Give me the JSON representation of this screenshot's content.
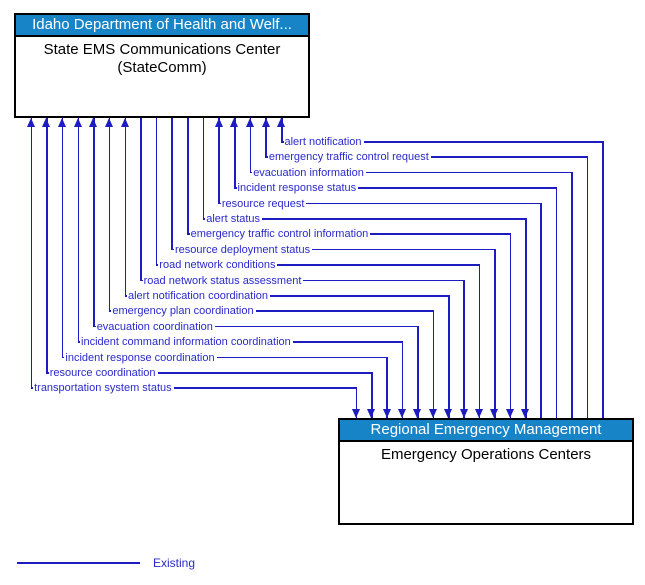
{
  "top_box": {
    "header": "Idaho Department of Health and Welf...",
    "name_lines": [
      "State EMS Communications Center",
      "(StateComm)"
    ]
  },
  "bottom_box": {
    "header": "Regional Emergency Management",
    "name_lines": [
      "Emergency Operations Centers"
    ]
  },
  "flows": [
    {
      "label": "alert notification",
      "direction": "to_statecomm"
    },
    {
      "label": "emergency traffic control request",
      "direction": "to_statecomm"
    },
    {
      "label": "evacuation information",
      "direction": "to_statecomm"
    },
    {
      "label": "incident response status",
      "direction": "to_statecomm"
    },
    {
      "label": "resource request",
      "direction": "to_statecomm"
    },
    {
      "label": "alert status",
      "direction": "to_eoc"
    },
    {
      "label": "emergency traffic control information",
      "direction": "to_eoc"
    },
    {
      "label": "resource deployment status",
      "direction": "to_eoc"
    },
    {
      "label": "road network conditions",
      "direction": "to_eoc"
    },
    {
      "label": "road network status assessment",
      "direction": "to_eoc"
    },
    {
      "label": "alert notification coordination",
      "direction": "bidirectional"
    },
    {
      "label": "emergency plan coordination",
      "direction": "bidirectional"
    },
    {
      "label": "evacuation coordination",
      "direction": "bidirectional"
    },
    {
      "label": "incident command information coordination",
      "direction": "bidirectional"
    },
    {
      "label": "incident response coordination",
      "direction": "bidirectional"
    },
    {
      "label": "resource coordination",
      "direction": "bidirectional"
    },
    {
      "label": "transportation system status",
      "direction": "bidirectional"
    }
  ],
  "legend": {
    "label": "Existing"
  },
  "colors": {
    "header_bg": "#1784c8",
    "header_text": "#ffffff",
    "line": "#1c1cc0",
    "flow_text": "#2a2acc",
    "box_border": "#000000"
  }
}
